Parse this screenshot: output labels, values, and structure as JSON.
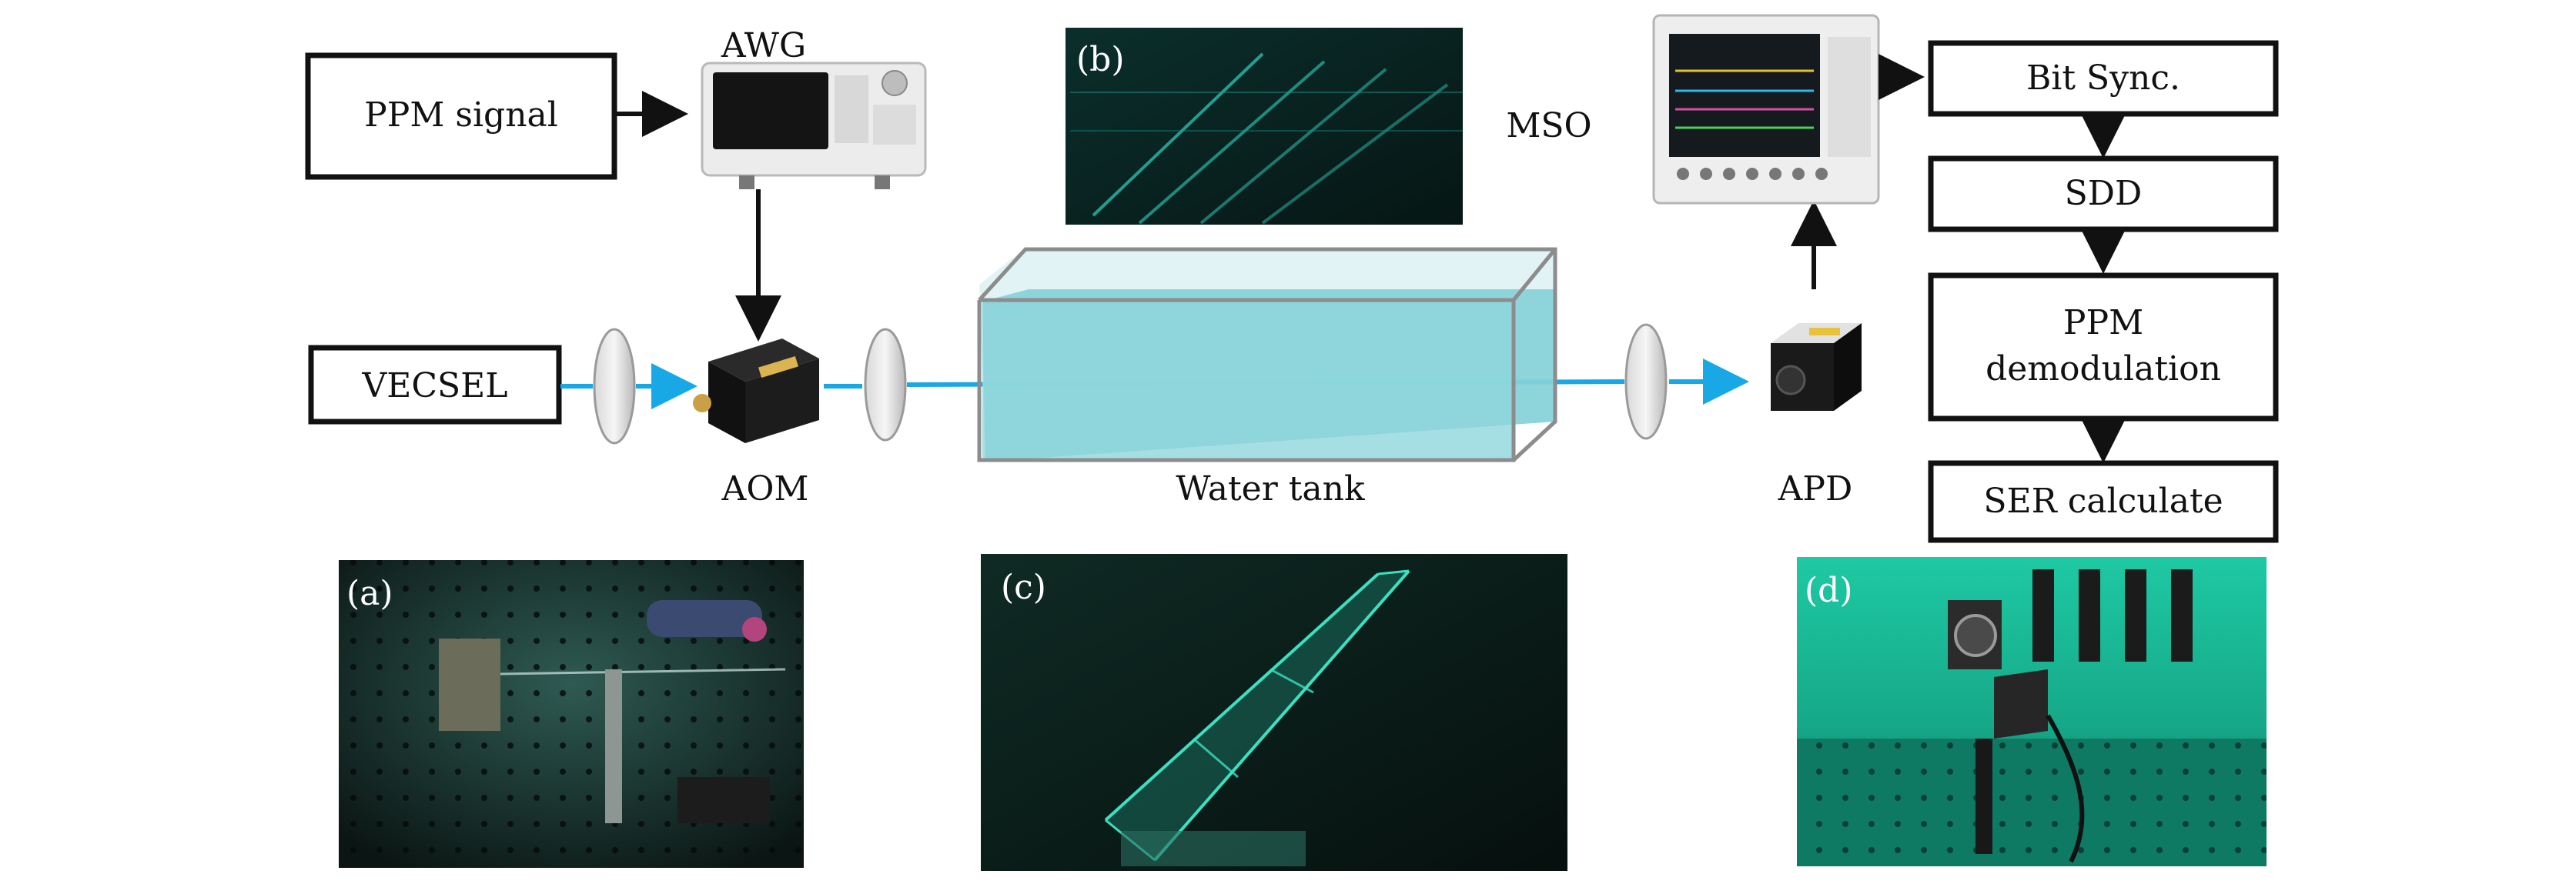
{
  "blocks": {
    "ppm_signal": "PPM signal",
    "vecsel": "VECSEL",
    "bit_sync": "Bit Sync.",
    "sdd": "SDD",
    "ppm_demod_line1": "PPM",
    "ppm_demod_line2": "demodulation",
    "ser_calculate": "SER calculate"
  },
  "labels": {
    "awg": "AWG",
    "mso": "MSO",
    "aom": "AOM",
    "water_tank": "Water tank",
    "apd": "APD"
  },
  "panels": {
    "a": "(a)",
    "b": "(b)",
    "c": "(c)",
    "d": "(d)"
  },
  "colors": {
    "beam": "#18a8e6",
    "water": "#7ecfd6",
    "lab_glow": "#1fc9a6"
  }
}
